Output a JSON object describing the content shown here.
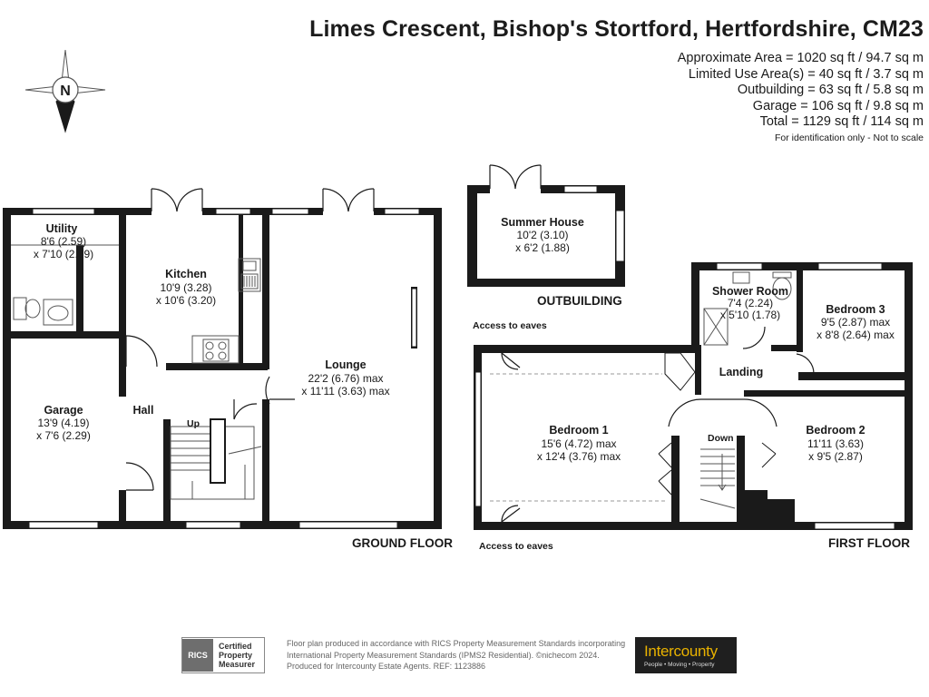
{
  "header": {
    "title": "Limes Crescent, Bishop's Stortford, Hertfordshire, CM23",
    "areas": [
      "Approximate Area = 1020 sq ft / 94.7 sq m",
      "Limited Use Area(s) = 40 sq ft / 3.7 sq m",
      "Outbuilding = 63 sq ft / 5.8 sq m",
      "Garage = 106 sq ft / 9.8 sq m",
      "Total = 1129 sq ft / 114 sq m"
    ],
    "note": "For identification only - Not to scale"
  },
  "compass": {
    "letter": "N"
  },
  "ground_floor": {
    "label": "GROUND FLOOR",
    "utility": {
      "name": "Utility",
      "dim1": "8'6 (2.59)",
      "dim2": "x 7'10 (2.39)"
    },
    "kitchen": {
      "name": "Kitchen",
      "dim1": "10'9 (3.28)",
      "dim2": "x 10'6 (3.20)"
    },
    "lounge": {
      "name": "Lounge",
      "dim1": "22'2 (6.76) max",
      "dim2": "x 11'11 (3.63) max"
    },
    "garage": {
      "name": "Garage",
      "dim1": "13'9 (4.19)",
      "dim2": "x 7'6 (2.29)"
    },
    "hall": {
      "name": "Hall"
    },
    "stairs": "Up"
  },
  "outbuilding": {
    "label": "OUTBUILDING",
    "summer_house": {
      "name": "Summer House",
      "dim1": "10'2 (3.10)",
      "dim2": "x 6'2 (1.88)"
    }
  },
  "first_floor": {
    "label": "FIRST FLOOR",
    "bedroom1": {
      "name": "Bedroom 1",
      "dim1": "15'6 (4.72) max",
      "dim2": "x 12'4 (3.76) max"
    },
    "bedroom2": {
      "name": "Bedroom 2",
      "dim1": "11'11 (3.63)",
      "dim2": "x 9'5 (2.87)"
    },
    "bedroom3": {
      "name": "Bedroom 3",
      "dim1": "9'5 (2.87) max",
      "dim2": "x 8'8 (2.64) max"
    },
    "shower_room": {
      "name": "Shower Room",
      "dim1": "7'4 (2.24)",
      "dim2": "x 5'10 (1.78)"
    },
    "landing": {
      "name": "Landing"
    },
    "stairs": "Down",
    "eaves_top": "Access to eaves",
    "eaves_bottom": "Access to eaves"
  },
  "footer": {
    "lines": [
      "Floor plan produced in accordance with RICS Property Measurement Standards incorporating",
      "International Property Measurement Standards (IPMS2 Residential). ©nichecom 2024.",
      "Produced for Intercounty Estate Agents.  REF: 1123886"
    ],
    "rics_badge": {
      "mark": "RICS",
      "line1": "Certified",
      "line2": "Property",
      "line3": "Measurer"
    },
    "agent": {
      "name": "Intercounty",
      "tagline": "People • Moving • Property"
    }
  },
  "colors": {
    "wall": "#1a1a1a",
    "window": "#ffffff",
    "logo_bg": "#1f1f1f",
    "logo_text": "#e9b200"
  }
}
